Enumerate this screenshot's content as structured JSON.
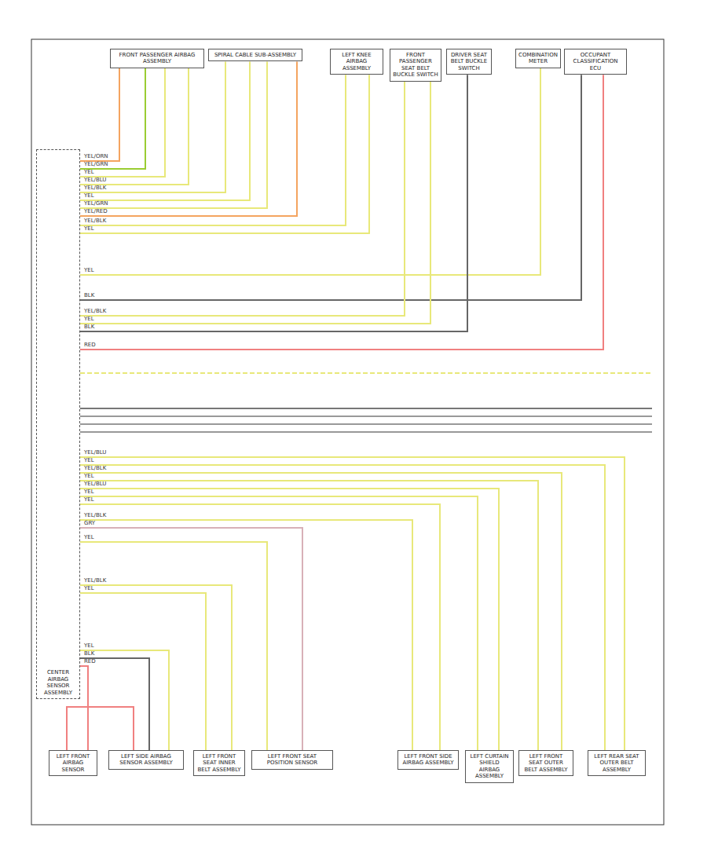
{
  "diagram": {
    "nodes": [
      {
        "text": [
          "CENTER AIRBAG SENSOR ASSEMBLY"
        ]
      },
      {
        "text": [
          "FRONT PASSENGER AIRBAG ASSEMBLY"
        ]
      },
      {
        "text": [
          "SPIRAL CABLE SUB-ASSEMBLY"
        ]
      },
      {
        "text": [
          "LEFT KNEE AIRBAG ASSEMBLY"
        ]
      },
      {
        "text": [
          "FRONT PASSENGER SEAT BELT BUCKLE SWITCH"
        ]
      },
      {
        "text": [
          "DRIVER SEAT BELT BUCKLE SWITCH"
        ]
      },
      {
        "text": [
          "COMBINATION METER"
        ]
      },
      {
        "text": [
          "OCCUPANT CLASSIFICATION ECU"
        ]
      },
      {
        "text": [
          "LEFT FRONT AIRBAG SENSOR"
        ]
      },
      {
        "text": [
          "LEFT SIDE AIRBAG SENSOR ASSEMBLY"
        ]
      },
      {
        "text": [
          "LEFT FRONT SEAT INNER BELT ASSEMBLY"
        ]
      },
      {
        "text": [
          "LEFT FRONT SEAT POSITION SENSOR"
        ]
      },
      {
        "text": [
          "LEFT FRONT SIDE AIRBAG ASSEMBLY"
        ]
      },
      {
        "text": [
          "LEFT CURTAIN SHIELD AIRBAG ASSEMBLY"
        ]
      },
      {
        "text": [
          "LEFT FRONT SEAT OUTER BELT ASSEMBLY"
        ]
      },
      {
        "text": [
          "LEFT REAR SEAT OUTER BELT ASSEMBLY"
        ]
      }
    ],
    "edges": [
      {
        "from": 0,
        "to": 1,
        "arrow": "none",
        "label": "YEL/ORN"
      },
      {
        "from": 0,
        "to": 1,
        "arrow": "none",
        "label": "YEL/GRN"
      },
      {
        "from": 0,
        "to": 1,
        "arrow": "none",
        "label": "YEL"
      },
      {
        "from": 0,
        "to": 1,
        "arrow": "none",
        "label": "YEL/BLU"
      },
      {
        "from": 0,
        "to": 2,
        "arrow": "none",
        "label": "YEL/BLK"
      },
      {
        "from": 0,
        "to": 2,
        "arrow": "none",
        "label": "YEL"
      },
      {
        "from": 0,
        "to": 2,
        "arrow": "none",
        "label": "YEL/GRN"
      },
      {
        "from": 0,
        "to": 2,
        "arrow": "none",
        "label": "YEL/RED"
      },
      {
        "from": 0,
        "to": 3,
        "arrow": "none",
        "label": "YEL/BLK"
      },
      {
        "from": 0,
        "to": 3,
        "arrow": "none",
        "label": "YEL"
      },
      {
        "from": 0,
        "to": 6,
        "arrow": "none",
        "label": "YEL"
      },
      {
        "from": 0,
        "to": 7,
        "arrow": "none",
        "label": "BLK"
      },
      {
        "from": 0,
        "to": 4,
        "arrow": "none",
        "label": "YEL/BLK"
      },
      {
        "from": 0,
        "to": 4,
        "arrow": "none",
        "label": "YEL"
      },
      {
        "from": 0,
        "to": 5,
        "arrow": "none",
        "label": "BLK"
      },
      {
        "from": 0,
        "to": 7,
        "arrow": "none",
        "label": "RED"
      },
      {
        "from": 0,
        "to": 15,
        "arrow": "none",
        "label": "YEL/BLU"
      },
      {
        "from": 0,
        "to": 15,
        "arrow": "none",
        "label": "YEL"
      },
      {
        "from": 0,
        "to": 14,
        "arrow": "none",
        "label": "YEL/BLK"
      },
      {
        "from": 0,
        "to": 14,
        "arrow": "none",
        "label": "YEL"
      },
      {
        "from": 0,
        "to": 13,
        "arrow": "none",
        "label": "YEL/BLU"
      },
      {
        "from": 0,
        "to": 13,
        "arrow": "none",
        "label": "YEL"
      },
      {
        "from": 0,
        "to": 12,
        "arrow": "none",
        "label": "YEL"
      },
      {
        "from": 0,
        "to": 12,
        "arrow": "none",
        "label": "YEL/BLK"
      },
      {
        "from": 0,
        "to": 11,
        "arrow": "none",
        "label": "GRY"
      },
      {
        "from": 0,
        "to": 11,
        "arrow": "none",
        "label": "YEL"
      },
      {
        "from": 0,
        "to": 10,
        "arrow": "none",
        "label": "YEL/BLK"
      },
      {
        "from": 0,
        "to": 10,
        "arrow": "none",
        "label": "YEL"
      },
      {
        "from": 0,
        "to": 9,
        "arrow": "none",
        "label": "YEL"
      },
      {
        "from": 0,
        "to": 9,
        "arrow": "none",
        "label": "BLK"
      },
      {
        "from": 0,
        "to": 8,
        "arrow": "none",
        "label": "RED"
      },
      {
        "from": 8,
        "to": 9,
        "arrow": "none"
      }
    ]
  }
}
